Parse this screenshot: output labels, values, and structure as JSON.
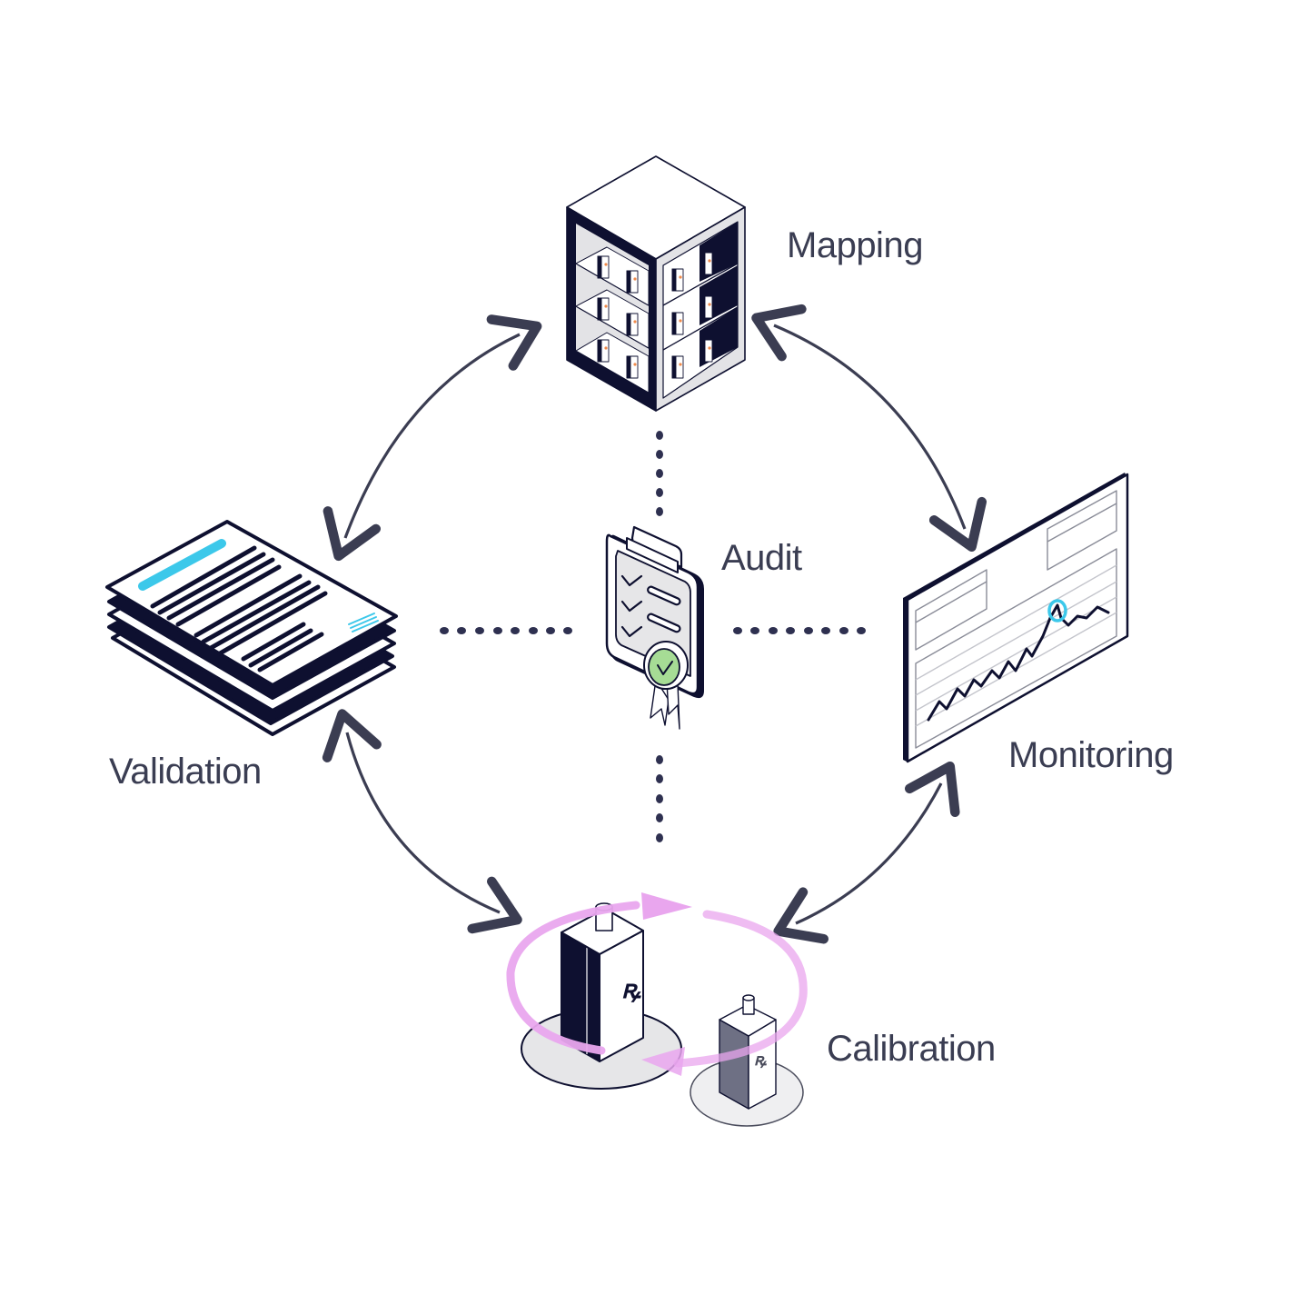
{
  "diagram": {
    "type": "cycle",
    "center": {
      "id": "audit",
      "label": "Audit",
      "icon": "clipboard-certificate-icon"
    },
    "nodes": [
      {
        "id": "mapping",
        "label": "Mapping",
        "icon": "warehouse-shelving-icon"
      },
      {
        "id": "monitoring",
        "label": "Monitoring",
        "icon": "dashboard-chart-icon"
      },
      {
        "id": "calibration",
        "label": "Calibration",
        "icon": "sensor-rotation-icon"
      },
      {
        "id": "validation",
        "label": "Validation",
        "icon": "document-stack-icon"
      }
    ],
    "edges": [
      {
        "from": "validation",
        "to": "mapping",
        "style": "double-arrow-curve"
      },
      {
        "from": "mapping",
        "to": "monitoring",
        "style": "double-arrow-curve"
      },
      {
        "from": "monitoring",
        "to": "calibration",
        "style": "double-arrow-curve"
      },
      {
        "from": "calibration",
        "to": "validation",
        "style": "double-arrow-curve"
      },
      {
        "from": "audit",
        "to": "mapping",
        "style": "dotted"
      },
      {
        "from": "audit",
        "to": "monitoring",
        "style": "dotted"
      },
      {
        "from": "audit",
        "to": "calibration",
        "style": "dotted"
      },
      {
        "from": "audit",
        "to": "validation",
        "style": "dotted"
      }
    ]
  },
  "colors": {
    "ink": "#0e1030",
    "text": "#3a3d52",
    "arrow": "#3b3d52",
    "accent_cyan": "#3cc8ea",
    "accent_pink": "#e9a6ee",
    "accent_green": "#a6dc95",
    "accent_orange": "#f08a4b",
    "panel_gray": "#e6e6e8"
  }
}
